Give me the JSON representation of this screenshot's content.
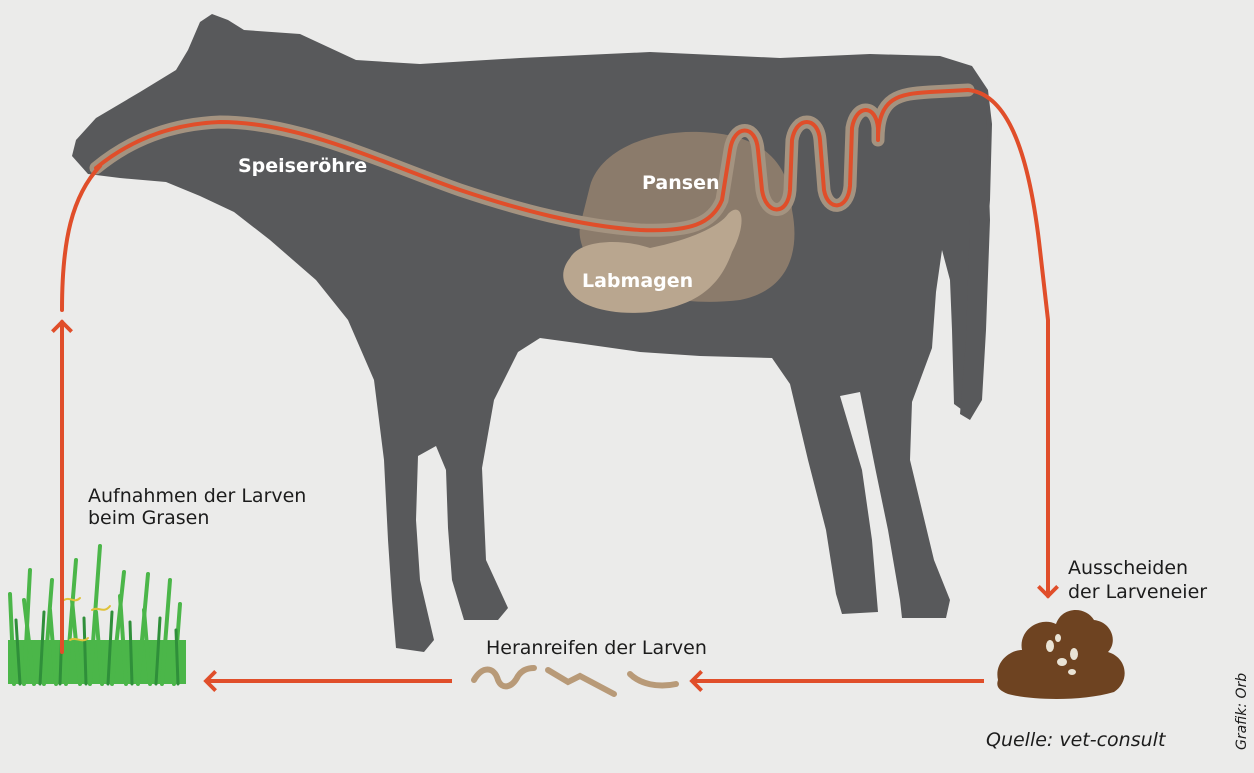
{
  "colors": {
    "background": "#ebebea",
    "cow": "#58595b",
    "rumen": "#8b7b6b",
    "abomasum": "#b9a68f",
    "esophagus": "#a49380",
    "path": "#e04e2a",
    "dung": "#6e4321",
    "grass": "#4bb649",
    "larvae": "#b89a78"
  },
  "organs": {
    "esophagus": "Speiseröhre",
    "rumen": "Pansen",
    "abomasum": "Labmagen"
  },
  "steps": {
    "ingestion_line1": "Aufnahmen der Larven",
    "ingestion_line2": "beim Grasen",
    "excretion_line1": "Ausscheiden",
    "excretion_line2": "der Larveneier",
    "maturation": "Heranreifen der Larven"
  },
  "source": "Quelle: vet-consult",
  "credit": "Grafik: Orb",
  "icons": [
    "cow-silhouette",
    "dung-pile-icon",
    "larvae-icon",
    "grass-icon",
    "arrow-icon"
  ]
}
